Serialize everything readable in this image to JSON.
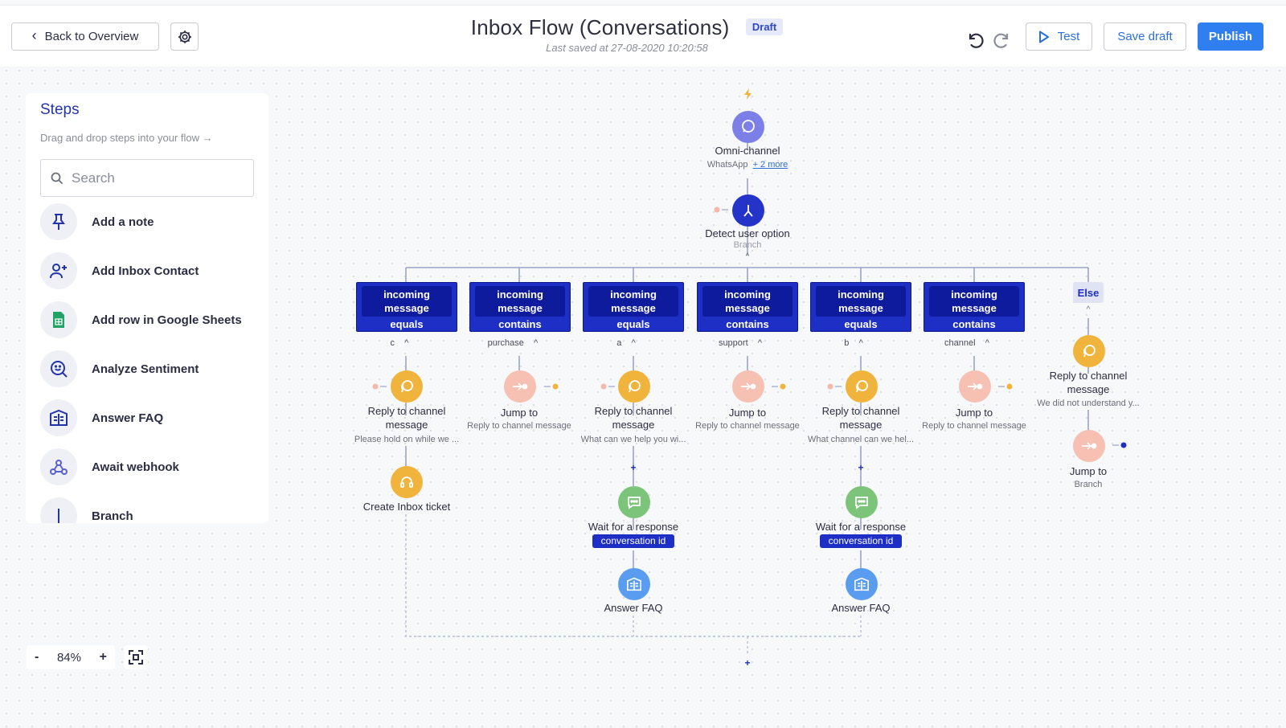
{
  "header": {
    "back_label": "Back to Overview",
    "title": "Inbox Flow (Conversations)",
    "status_badge": "Draft",
    "last_saved": "Last saved at 27-08-2020 10:20:58",
    "test_label": "Test",
    "save_draft_label": "Save draft",
    "publish_label": "Publish"
  },
  "steps_panel": {
    "title": "Steps",
    "hint": "Drag and drop steps into your flow →",
    "search_placeholder": "Search",
    "items": [
      {
        "label": "Add a note",
        "icon": "pin-icon"
      },
      {
        "label": "Add Inbox Contact",
        "icon": "add-user-icon"
      },
      {
        "label": "Add row in Google Sheets",
        "icon": "google-sheets-icon"
      },
      {
        "label": "Analyze Sentiment",
        "icon": "sentiment-search-icon"
      },
      {
        "label": "Answer FAQ",
        "icon": "faq-book-icon"
      },
      {
        "label": "Await webhook",
        "icon": "webhook-icon"
      },
      {
        "label": "Branch",
        "icon": "branch-icon"
      }
    ]
  },
  "zoom": {
    "minus": "-",
    "level": "84%",
    "plus": "+"
  },
  "flow": {
    "trigger": {
      "label": "Omni-channel",
      "channel": "WhatsApp",
      "more": "+ 2 more"
    },
    "branch": {
      "label": "Detect user option",
      "sub": "Branch"
    },
    "conditions": [
      {
        "line1": "incoming",
        "line2": "message",
        "op": "equals",
        "value": "c"
      },
      {
        "line1": "incoming",
        "line2": "message",
        "op": "contains",
        "value": "purchase"
      },
      {
        "line1": "incoming",
        "line2": "message",
        "op": "equals",
        "value": "a"
      },
      {
        "line1": "incoming",
        "line2": "message",
        "op": "contains",
        "value": "support"
      },
      {
        "line1": "incoming",
        "line2": "message",
        "op": "equals",
        "value": "b"
      },
      {
        "line1": "incoming",
        "line2": "message",
        "op": "contains",
        "value": "channel"
      }
    ],
    "else_label": "Else",
    "steps": {
      "c_reply": {
        "label1": "Reply to channel",
        "label2": "message",
        "sub": "Please hold on while we ..."
      },
      "c_ticket": {
        "label": "Create Inbox ticket"
      },
      "purchase_jump": {
        "label": "Jump to",
        "sub": "Reply to channel message"
      },
      "a_reply": {
        "label1": "Reply to channel",
        "label2": "message",
        "sub": "What can we help you wi..."
      },
      "a_wait": {
        "label": "Wait for a response",
        "tag": "conversation id"
      },
      "a_faq": {
        "label": "Answer FAQ"
      },
      "support_jump": {
        "label": "Jump to",
        "sub": "Reply to channel message"
      },
      "b_reply": {
        "label1": "Reply to channel",
        "label2": "message",
        "sub": "What channel can we hel..."
      },
      "b_wait": {
        "label": "Wait for a response",
        "tag": "conversation id"
      },
      "b_faq": {
        "label": "Answer FAQ"
      },
      "channel_jump": {
        "label": "Jump to",
        "sub": "Reply to channel message"
      },
      "else_reply": {
        "label1": "Reply to channel",
        "label2": "message",
        "sub": "We did not understand y..."
      },
      "else_jump": {
        "label": "Jump to",
        "sub": "Branch"
      }
    },
    "plus_symbol": "+"
  },
  "colors": {
    "primary": "#2f7ff0",
    "condition_block": "#1d2fc4",
    "reply_node": "#f0b43c",
    "jump_node": "#f6c0b2",
    "wait_node": "#7cc47a",
    "faq_node": "#5a9cf0",
    "trigger_node": "#7d7fe8",
    "branch_node": "#2434c8"
  }
}
